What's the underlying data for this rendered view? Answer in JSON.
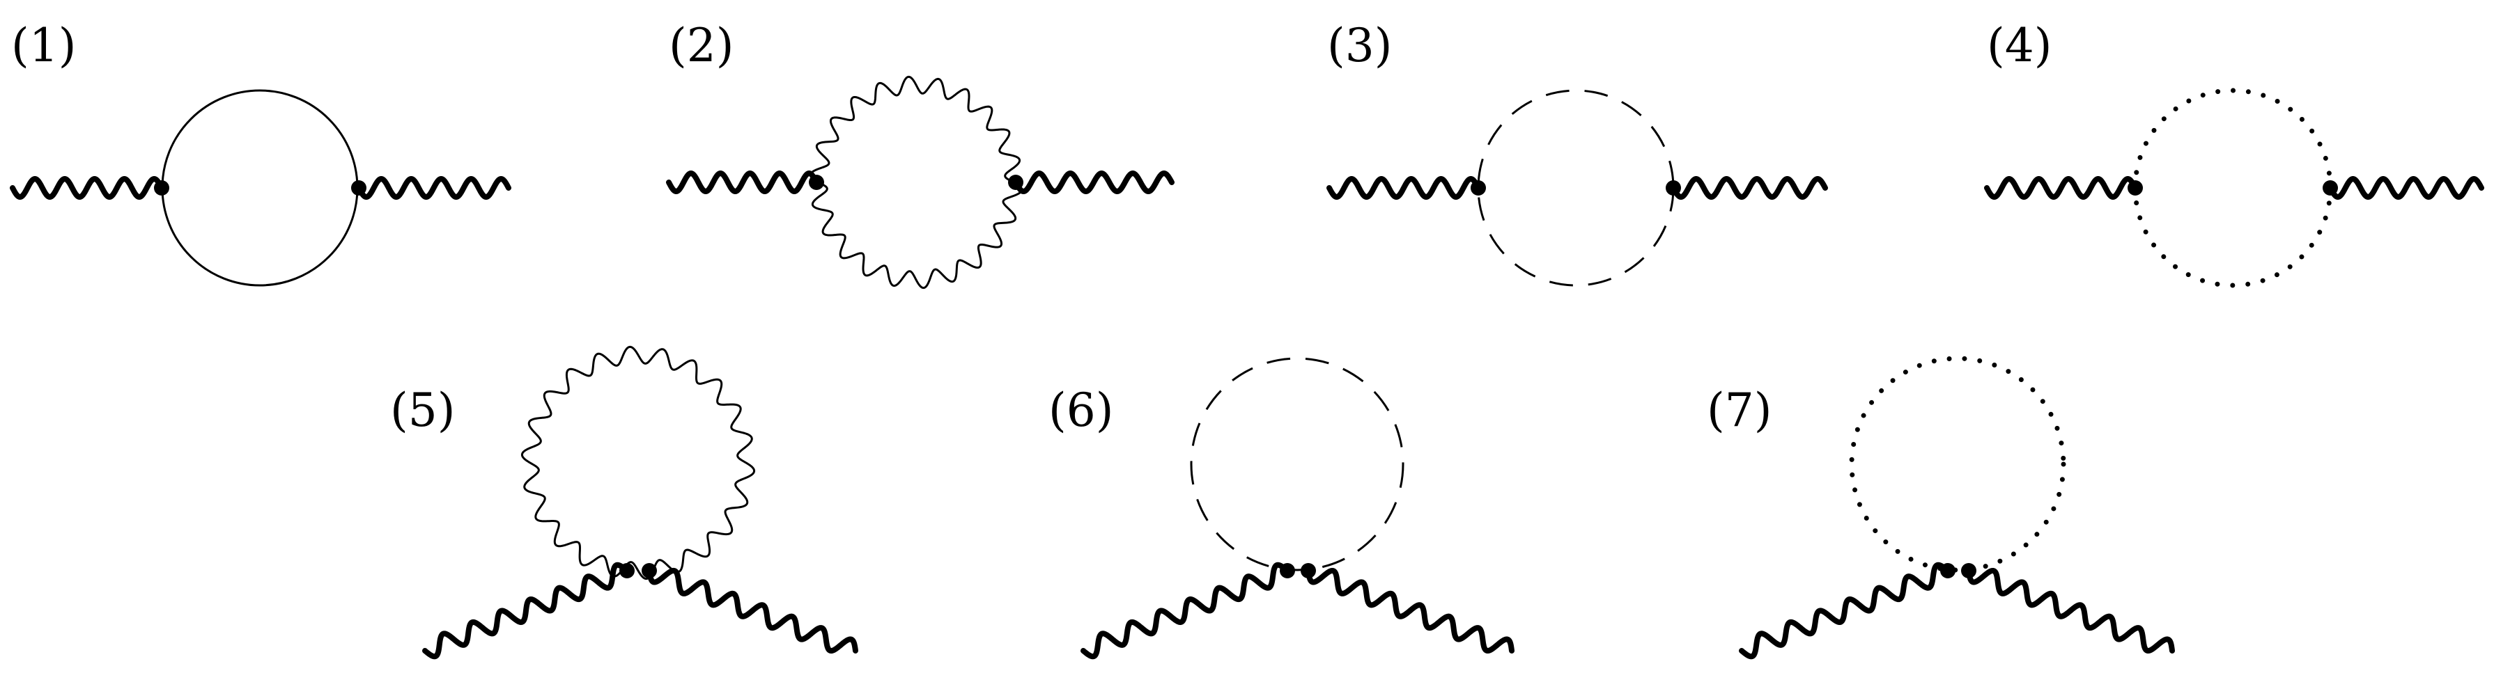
{
  "colors": {
    "ink": "#000000",
    "background": "#ffffff"
  },
  "diagrams": [
    {
      "label": "(1)",
      "topology": "bubble",
      "loop_line": "solid"
    },
    {
      "label": "(2)",
      "topology": "bubble",
      "loop_line": "wavy"
    },
    {
      "label": "(3)",
      "topology": "bubble",
      "loop_line": "dashed"
    },
    {
      "label": "(4)",
      "topology": "bubble",
      "loop_line": "dotted"
    },
    {
      "label": "(5)",
      "topology": "tadpole",
      "loop_line": "wavy"
    },
    {
      "label": "(6)",
      "topology": "tadpole",
      "loop_line": "dashed"
    },
    {
      "label": "(7)",
      "topology": "tadpole",
      "loop_line": "dotted"
    }
  ]
}
